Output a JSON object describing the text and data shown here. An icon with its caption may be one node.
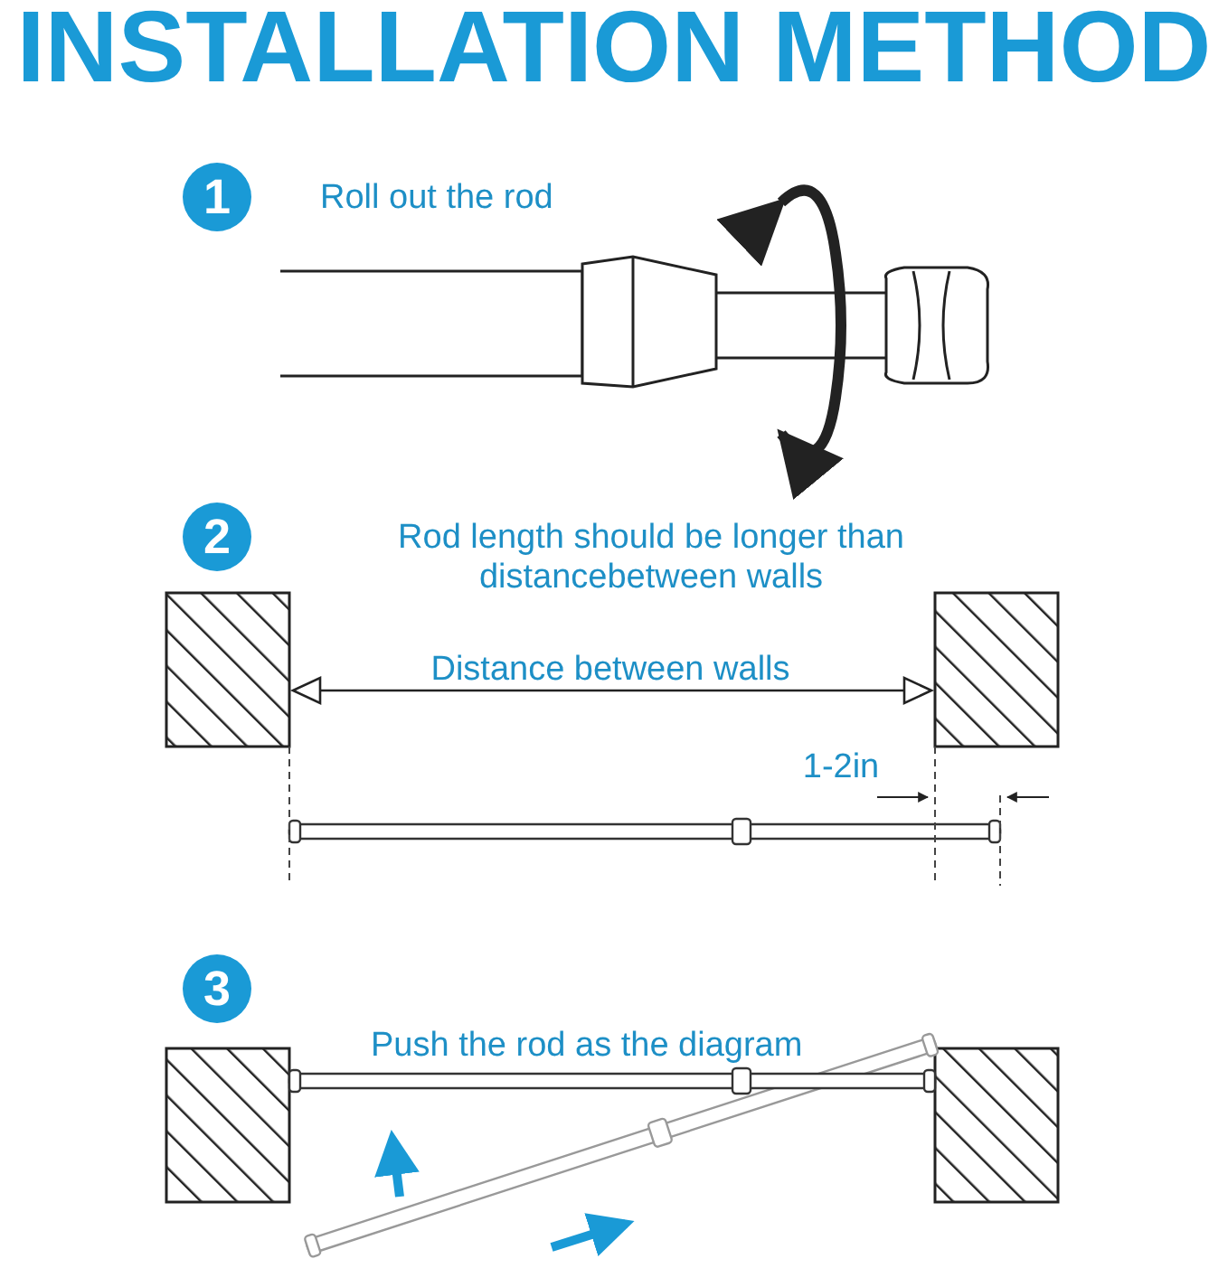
{
  "diagram": {
    "title": "INSTALLATION METHOD",
    "nodes": [
      {
        "text": [
          "1"
        ]
      },
      {
        "text": [
          "2"
        ]
      },
      {
        "text": [
          "3"
        ]
      }
    ],
    "labels": [
      "Roll out the rod",
      "Rod length should be longer than distancebetween walls",
      "Distance between walls",
      "1-2in",
      "Push the rod as the diagram"
    ]
  }
}
